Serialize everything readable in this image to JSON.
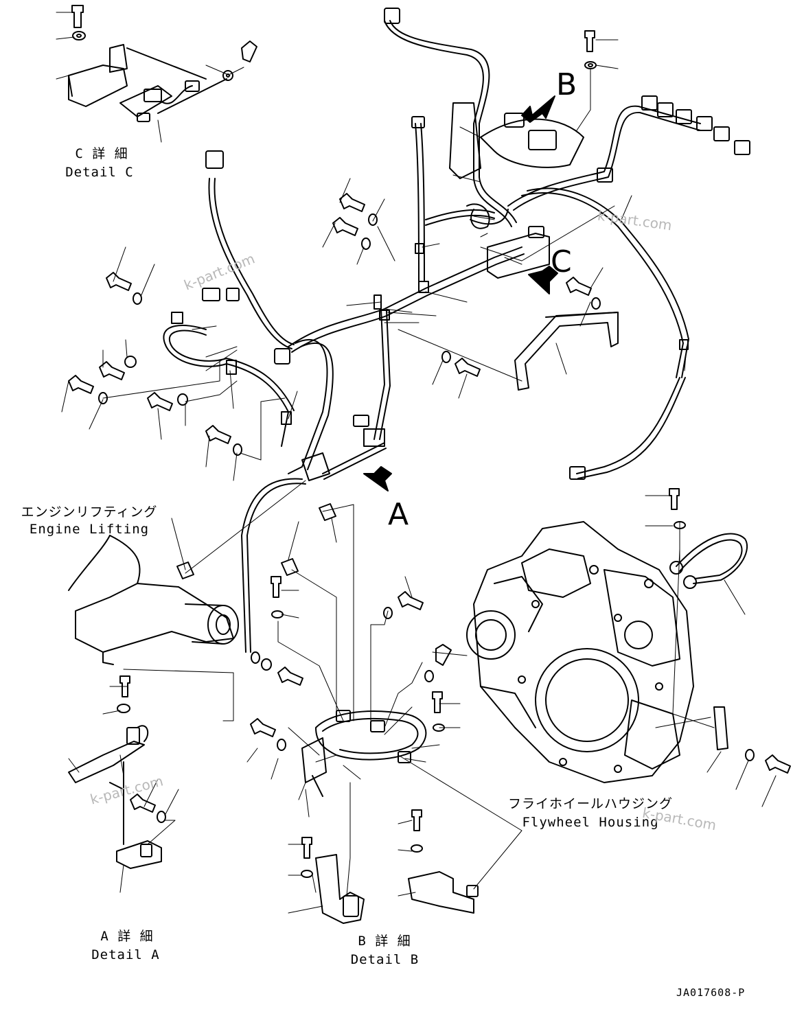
{
  "labels": {
    "detail_c_jp": "C 詳 細",
    "detail_c_en": "Detail C",
    "engine_lifting_jp": "エンジンリフティング",
    "engine_lifting_en": "Engine Lifting",
    "detail_a_jp": "A 詳 細",
    "detail_a_en": "Detail A",
    "detail_b_jp": "B 詳 細",
    "detail_b_en": "Detail B",
    "flywheel_jp": "フライホイールハウジング",
    "flywheel_en": "Flywheel Housing",
    "view_a": "A",
    "view_b": "B",
    "view_c": "C",
    "drawing_code": "JA017608-P"
  },
  "watermarks": [
    "k-part.com",
    "k-part.com",
    "k-part.com",
    "k-part.com"
  ],
  "colors": {
    "line": "#000000",
    "watermark": "#b8b8b8",
    "background": "#ffffff"
  }
}
